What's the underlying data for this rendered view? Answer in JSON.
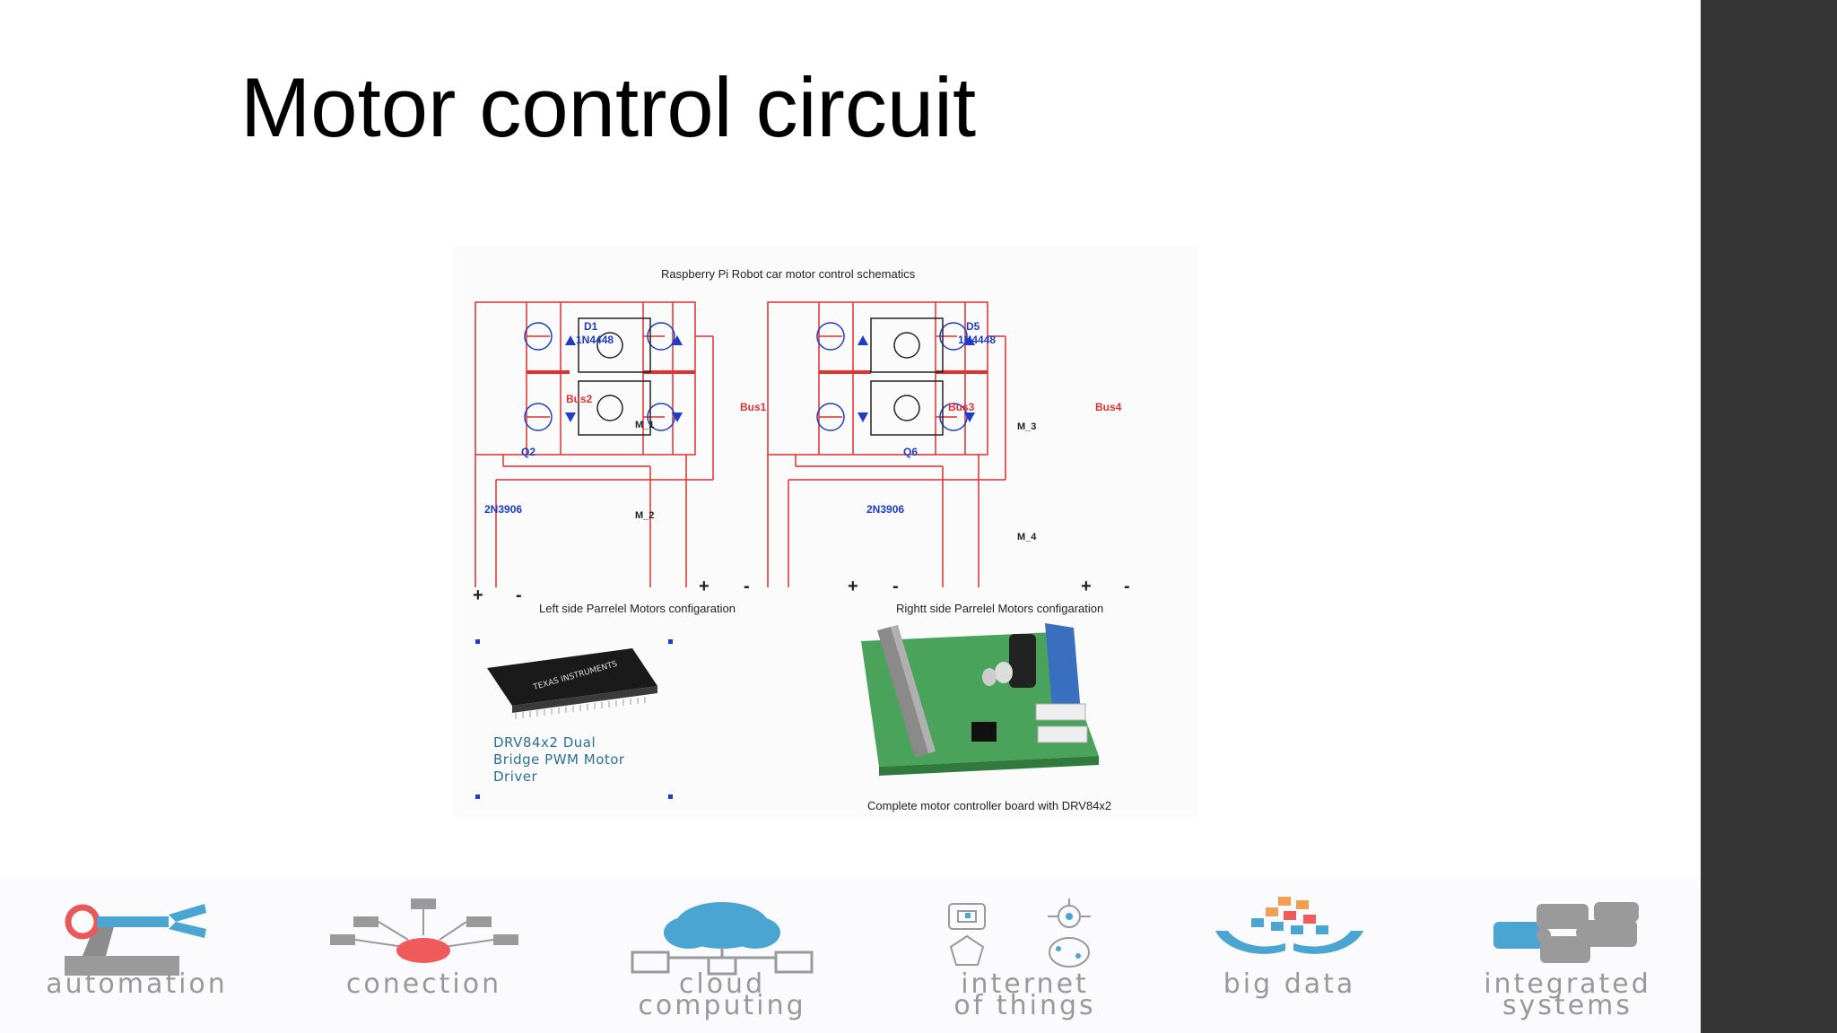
{
  "slide": {
    "title": "Motor control circuit"
  },
  "figure": {
    "schematic_title": "Raspberry Pi Robot car motor control schematics",
    "left_caption": "Left side Parrelel Motors configaration",
    "right_caption": "Rightt side Parrelel Motors configaration",
    "board_caption": "Complete motor controller board with DRV84x2",
    "driver_text": [
      "DRV84x2 Dual",
      "Bridge PWM Motor",
      "Driver"
    ],
    "chip_text": [
      "TEXAS",
      "INSTRUMENTS"
    ],
    "left_labels": {
      "diode": "D1",
      "diode_part": "1N4448",
      "bus_left": "Bus2",
      "bus_right": "Bus1",
      "motor_top": "M_1",
      "motor_bottom": "M_2",
      "transistor": "Q2",
      "transistor_part": "2N3906"
    },
    "right_labels": {
      "diode": "D5",
      "diode_part": "1N4448",
      "bus_left": "Bus3",
      "bus_right": "Bus4",
      "motor_top": "M_3",
      "motor_bottom": "M_4",
      "transistor": "Q6",
      "transistor_part": "2N3906"
    },
    "terminals": {
      "plus": "+",
      "minus": "-"
    }
  },
  "footer": {
    "items": [
      {
        "label": [
          "automation"
        ],
        "icon": "robot-arm-icon"
      },
      {
        "label": [
          "conection"
        ],
        "icon": "network-icon"
      },
      {
        "label": [
          "cloud",
          "computing"
        ],
        "icon": "cloud-icon"
      },
      {
        "label": [
          "internet",
          "of things"
        ],
        "icon": "iot-icon"
      },
      {
        "label": [
          "big data"
        ],
        "icon": "hands-data-icon"
      },
      {
        "label": [
          "integrated",
          "systems"
        ],
        "icon": "puzzle-icon"
      }
    ]
  },
  "colors": {
    "wire": "#e03030",
    "component": "#1e3cc8",
    "sidebar": "#353535",
    "footer_text": "#999999"
  }
}
